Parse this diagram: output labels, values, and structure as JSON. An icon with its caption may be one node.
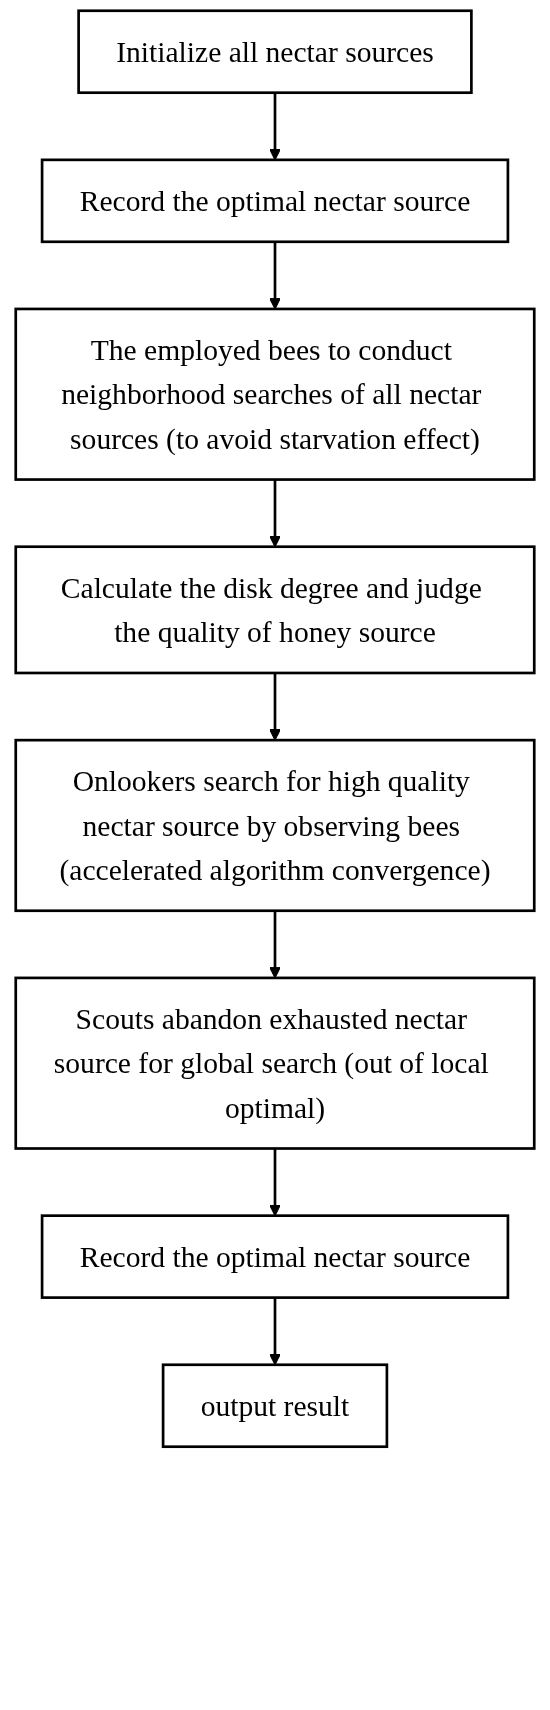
{
  "diagram": {
    "nodes": [
      {
        "text": [
          "Initialize all nectar sources"
        ]
      },
      {
        "text": [
          "Record the optimal nectar source"
        ]
      },
      {
        "text": [
          "The employed bees to conduct neighborhood searches of all nectar sources (to avoid starvation effect)"
        ]
      },
      {
        "text": [
          "Calculate the disk degree and judge the quality of honey source"
        ]
      },
      {
        "text": [
          "Onlookers search for high quality nectar source by observing bees (accelerated algorithm convergence)"
        ]
      },
      {
        "text": [
          "Scouts abandon exhausted nectar source for global search (out of local optimal)"
        ]
      },
      {
        "text": [
          "Record the optimal nectar source"
        ]
      },
      {
        "text": [
          "output result"
        ]
      }
    ],
    "edges": [
      {
        "from": 0,
        "to": 1,
        "arrow": "to"
      },
      {
        "from": 1,
        "to": 2,
        "arrow": "to"
      },
      {
        "from": 2,
        "to": 3,
        "arrow": "to"
      },
      {
        "from": 3,
        "to": 4,
        "arrow": "to"
      },
      {
        "from": 4,
        "to": 5,
        "arrow": "to"
      },
      {
        "from": 5,
        "to": 6,
        "arrow": "to"
      },
      {
        "from": 6,
        "to": 7,
        "arrow": "to"
      }
    ]
  }
}
